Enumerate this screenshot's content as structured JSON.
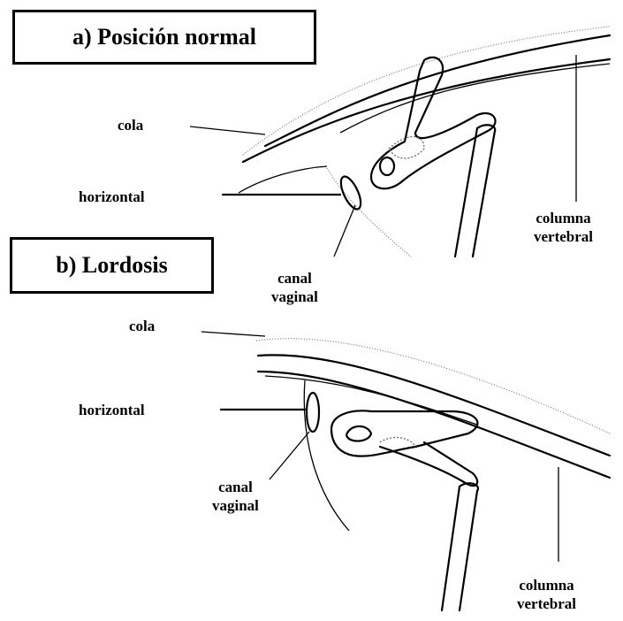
{
  "panel_a": {
    "title": "a) Posición normal",
    "labels": {
      "tail": "cola",
      "horizontal": "horizontal",
      "vaginal_canal_1": "canal",
      "vaginal_canal_2": "vaginal",
      "spine_1": "columna",
      "spine_2": "vertebral"
    }
  },
  "panel_b": {
    "title": "b) Lordosis",
    "labels": {
      "tail": "cola",
      "horizontal": "horizontal",
      "vaginal_canal_1": "canal",
      "vaginal_canal_2": "vaginal",
      "spine_1": "columna",
      "spine_2": "vertebral"
    }
  }
}
